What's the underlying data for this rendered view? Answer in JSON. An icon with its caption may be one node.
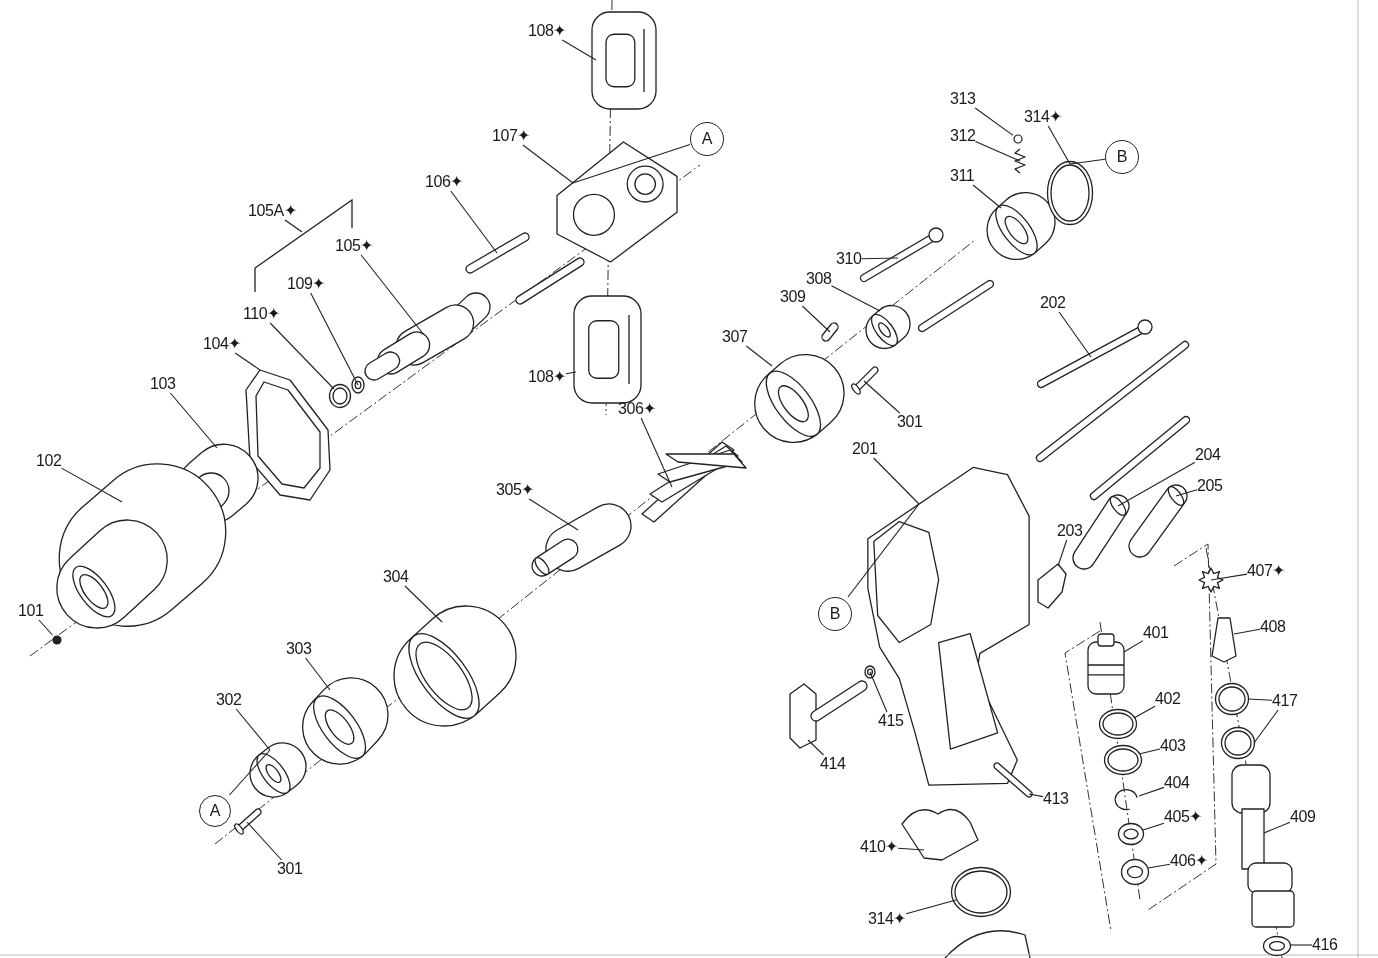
{
  "diagram": {
    "nodes": [
      {
        "text": [
          "108✦"
        ]
      },
      {
        "text": [],
        "shape": "picture"
      },
      {
        "text": [
          "107✦"
        ]
      },
      {
        "text": [],
        "shape": "picture"
      },
      {
        "text": [
          "A"
        ]
      },
      {
        "text": [
          "106✦"
        ]
      },
      {
        "text": [],
        "shape": "picture"
      },
      {
        "text": [
          "105✦"
        ]
      },
      {
        "text": [],
        "shape": "picture"
      },
      {
        "text": [
          "109✦"
        ]
      },
      {
        "text": [],
        "shape": "picture"
      },
      {
        "text": [
          "110✦"
        ]
      },
      {
        "text": [],
        "shape": "picture"
      },
      {
        "text": [
          "104✦"
        ]
      },
      {
        "text": [],
        "shape": "picture"
      },
      {
        "text": [
          "103"
        ]
      },
      {
        "text": [],
        "shape": "picture"
      },
      {
        "text": [
          "102"
        ]
      },
      {
        "text": [],
        "shape": "picture"
      },
      {
        "text": [
          "101"
        ]
      },
      {
        "text": [],
        "shape": "circle"
      },
      {
        "text": [
          "108✦"
        ]
      },
      {
        "text": [],
        "shape": "picture"
      },
      {
        "text": [
          "306✦"
        ]
      },
      {
        "text": [],
        "shape": "picture"
      },
      {
        "text": [
          "305✦"
        ]
      },
      {
        "text": [],
        "shape": "picture"
      },
      {
        "text": [
          "304"
        ]
      },
      {
        "text": [],
        "shape": "picture"
      },
      {
        "text": [
          "303"
        ]
      },
      {
        "text": [],
        "shape": "picture"
      },
      {
        "text": [
          "302"
        ]
      },
      {
        "text": [],
        "shape": "picture"
      },
      {
        "text": [
          "A"
        ]
      },
      {
        "text": [
          "301"
        ]
      },
      {
        "text": [],
        "shape": "picture"
      },
      {
        "text": [
          "307"
        ]
      },
      {
        "text": [],
        "shape": "picture"
      },
      {
        "text": [
          "309"
        ]
      },
      {
        "text": [],
        "shape": "picture"
      },
      {
        "text": [
          "308"
        ]
      },
      {
        "text": [],
        "shape": "picture"
      },
      {
        "text": [
          "310"
        ]
      },
      {
        "text": [],
        "shape": "picture"
      },
      {
        "text": [
          "301"
        ]
      },
      {
        "text": [],
        "shape": "picture"
      },
      {
        "text": [
          "313"
        ]
      },
      {
        "text": [],
        "shape": "circle"
      },
      {
        "text": [
          "312"
        ]
      },
      {
        "text": [],
        "shape": "picture"
      },
      {
        "text": [
          "311"
        ]
      },
      {
        "text": [],
        "shape": "picture"
      },
      {
        "text": [
          "314✦"
        ]
      },
      {
        "text": [],
        "shape": "picture"
      },
      {
        "text": [
          "B"
        ]
      },
      {
        "text": [
          "202"
        ]
      },
      {
        "text": [],
        "shape": "picture"
      },
      {
        "text": [
          "201"
        ]
      },
      {
        "text": [],
        "shape": "picture"
      },
      {
        "text": [
          "B"
        ]
      },
      {
        "text": [
          "203"
        ]
      },
      {
        "text": [],
        "shape": "picture"
      },
      {
        "text": [
          "204"
        ]
      },
      {
        "text": [],
        "shape": "picture"
      },
      {
        "text": [
          "205"
        ]
      },
      {
        "text": [],
        "shape": "picture"
      },
      {
        "text": [
          "407✦"
        ]
      },
      {
        "text": [],
        "shape": "picture"
      },
      {
        "text": [
          "408"
        ]
      },
      {
        "text": [],
        "shape": "picture"
      },
      {
        "text": [
          "401"
        ]
      },
      {
        "text": [],
        "shape": "picture"
      },
      {
        "text": [
          "402"
        ]
      },
      {
        "text": [],
        "shape": "picture"
      },
      {
        "text": [
          "403"
        ]
      },
      {
        "text": [],
        "shape": "picture"
      },
      {
        "text": [
          "404"
        ]
      },
      {
        "text": [],
        "shape": "picture"
      },
      {
        "text": [
          "405✦"
        ]
      },
      {
        "text": [],
        "shape": "picture"
      },
      {
        "text": [
          "406✦"
        ]
      },
      {
        "text": [],
        "shape": "picture"
      },
      {
        "text": [
          "417"
        ]
      },
      {
        "text": [],
        "shape": "picture"
      },
      {
        "text": [],
        "shape": "picture"
      },
      {
        "text": [
          "409"
        ]
      },
      {
        "text": [],
        "shape": "picture"
      },
      {
        "text": [
          "416"
        ]
      },
      {
        "text": [],
        "shape": "picture"
      },
      {
        "text": [
          "415"
        ]
      },
      {
        "text": [],
        "shape": "picture"
      },
      {
        "text": [
          "414"
        ]
      },
      {
        "text": [],
        "shape": "picture"
      },
      {
        "text": [
          "413"
        ]
      },
      {
        "text": [],
        "shape": "picture"
      },
      {
        "text": [
          "410✦"
        ]
      },
      {
        "text": [],
        "shape": "picture"
      },
      {
        "text": [
          "314✦"
        ]
      },
      {
        "text": [],
        "shape": "picture"
      }
    ],
    "edges": [
      {
        "from": 0,
        "to": 1,
        "arrow": "none"
      },
      {
        "from": 2,
        "to": 3,
        "arrow": "none"
      },
      {
        "from": 4,
        "to": 3,
        "arrow": "none"
      },
      {
        "from": 5,
        "to": 6,
        "arrow": "none"
      },
      {
        "from": 7,
        "to": 8,
        "arrow": "none"
      },
      {
        "from": 9,
        "to": 10,
        "arrow": "none"
      },
      {
        "from": 11,
        "to": 12,
        "arrow": "none"
      },
      {
        "from": 13,
        "to": 14,
        "arrow": "none"
      },
      {
        "from": 15,
        "to": 16,
        "arrow": "none"
      },
      {
        "from": 17,
        "to": 18,
        "arrow": "none"
      },
      {
        "from": 19,
        "to": 20,
        "arrow": "none"
      },
      {
        "from": 21,
        "to": 22,
        "arrow": "none"
      },
      {
        "from": 23,
        "to": 24,
        "arrow": "none"
      },
      {
        "from": 25,
        "to": 26,
        "arrow": "none"
      },
      {
        "from": 27,
        "to": 28,
        "arrow": "none"
      },
      {
        "from": 29,
        "to": 30,
        "arrow": "none"
      },
      {
        "from": 31,
        "to": 32,
        "arrow": "none"
      },
      {
        "from": 33,
        "to": 32,
        "arrow": "none"
      },
      {
        "from": 34,
        "to": 35,
        "arrow": "none"
      },
      {
        "from": 36,
        "to": 37,
        "arrow": "none"
      },
      {
        "from": 38,
        "to": 39,
        "arrow": "none"
      },
      {
        "from": 40,
        "to": 41,
        "arrow": "none"
      },
      {
        "from": 42,
        "to": 43,
        "arrow": "none"
      },
      {
        "from": 44,
        "to": 45,
        "arrow": "none"
      },
      {
        "from": 46,
        "to": 47,
        "arrow": "none"
      },
      {
        "from": 48,
        "to": 49,
        "arrow": "none"
      },
      {
        "from": 50,
        "to": 51,
        "arrow": "none"
      },
      {
        "from": 52,
        "to": 53,
        "arrow": "none"
      },
      {
        "from": 54,
        "to": 53,
        "arrow": "none"
      },
      {
        "from": 55,
        "to": 56,
        "arrow": "none"
      },
      {
        "from": 57,
        "to": 58,
        "arrow": "none"
      },
      {
        "from": 59,
        "to": 58,
        "arrow": "none"
      },
      {
        "from": 60,
        "to": 61,
        "arrow": "none"
      },
      {
        "from": 62,
        "to": 63,
        "arrow": "none"
      },
      {
        "from": 64,
        "to": 65,
        "arrow": "none"
      },
      {
        "from": 66,
        "to": 67,
        "arrow": "none"
      },
      {
        "from": 68,
        "to": 69,
        "arrow": "none"
      },
      {
        "from": 70,
        "to": 71,
        "arrow": "none"
      },
      {
        "from": 72,
        "to": 73,
        "arrow": "none"
      },
      {
        "from": 74,
        "to": 75,
        "arrow": "none"
      },
      {
        "from": 76,
        "to": 77,
        "arrow": "none"
      },
      {
        "from": 78,
        "to": 79,
        "arrow": "none"
      },
      {
        "from": 80,
        "to": 81,
        "arrow": "none"
      },
      {
        "from": 82,
        "to": 83,
        "arrow": "none"
      },
      {
        "from": 82,
        "to": 84,
        "arrow": "none"
      },
      {
        "from": 85,
        "to": 86,
        "arrow": "none"
      },
      {
        "from": 87,
        "to": 88,
        "arrow": "none"
      },
      {
        "from": 89,
        "to": 90,
        "arrow": "none"
      },
      {
        "from": 91,
        "to": 92,
        "arrow": "none"
      },
      {
        "from": 93,
        "to": 94,
        "arrow": "none"
      },
      {
        "from": 95,
        "to": 96,
        "arrow": "none"
      },
      {
        "from": 97,
        "to": 98,
        "arrow": "none"
      }
    ],
    "labels": [
      "105A✦"
    ]
  }
}
